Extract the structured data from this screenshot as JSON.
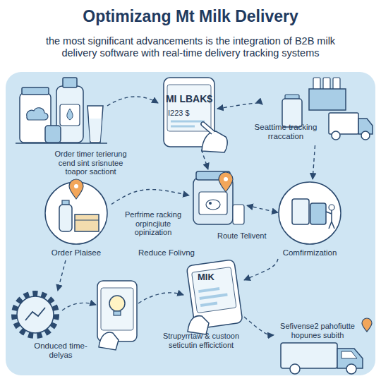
{
  "diagram": {
    "title": "Optimizang Mt Milk Delivery",
    "nodes": [
      {
        "text": [
          "MI LBAK$",
          "I223 $"
        ]
      },
      {
        "text": [
          "Seattime tracking rraccation"
        ]
      },
      {
        "text": [
          "Order Plaisee"
        ]
      },
      {
        "text": [
          "Route Telivent"
        ]
      },
      {
        "text": [
          "Comfirmization"
        ]
      },
      {
        "text": [
          "MIK"
        ]
      },
      {
        "text": [
          "Onduced time-delyas"
        ]
      },
      {
        "text": [
          "Sefivense2 pahofiutte hopunes subith"
        ]
      }
    ],
    "edges": [
      {
        "from": 0,
        "to": 1,
        "arrow": "both"
      },
      {
        "from": 0,
        "to": 3,
        "arrow": "to"
      },
      {
        "from": 2,
        "to": 3,
        "arrow": "to"
      },
      {
        "from": 3,
        "to": 4,
        "arrow": "both"
      },
      {
        "from": 1,
        "to": 4,
        "arrow": "to"
      },
      {
        "from": 4,
        "to": 5,
        "arrow": "to"
      },
      {
        "from": 2,
        "to": 6,
        "arrow": "to"
      },
      {
        "from": 5,
        "to": 7,
        "arrow": "to"
      }
    ],
    "labels": [
      "the most significant advancements is the integration of B2B milk delivery software with real-time delivery tracking systems",
      "Order timer terierung cend sint srisnutee toapor sactiont",
      "Perfrime racking orpincjiute opinization",
      "Reduce Folivng",
      "Strupyrrtaw & custoon seticutin efficictiont"
    ]
  }
}
